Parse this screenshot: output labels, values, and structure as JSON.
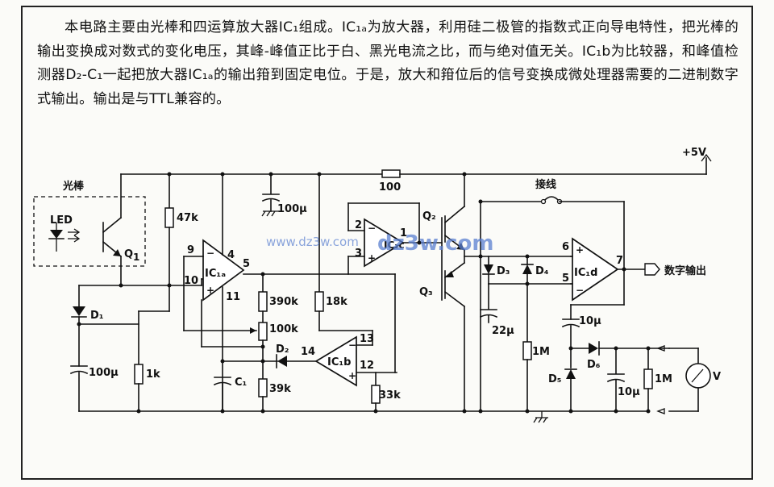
{
  "caption": [
    "本电路主要由光棒和四运算放大器IC₁组成。IC₁ₐ为放大器，利用硅二极管的指数式正向导电特性，把光棒的输出变换成对数式的变化电压，其峰-峰值正比于白、黑光电流之比，而与绝对值无关。IC₁b为比较器，和峰值检测器D₂-C₁一起把放大器IC₁ₐ的输出箝到固定电位。于是，放大和箝位后的信号变换成微处理器需要的二进制数字式输出。输出是与TTL兼容的。"
  ],
  "labels": {
    "light_bar": "光棒",
    "led": "LED",
    "q1": "Q",
    "q1_sub": "1",
    "d1": "D₁",
    "c_100": "100μ",
    "r_1k": "1k",
    "r_47k": "47k",
    "ic1a": "IC₁ₐ",
    "pin_9": "9",
    "pin_10": "10",
    "pin_4": "4",
    "pin_5": "5",
    "pin_11": "11",
    "c_100u_top": "100μ",
    "r_390k": "390k",
    "r_100k": "100k",
    "r_39k": "39k",
    "c1": "C₁",
    "d2": "D₂",
    "pin_14": "14",
    "ic1b": "IC₁b",
    "pin_13": "13",
    "pin_12": "12",
    "r_18k": "18k",
    "r_33k": "33k",
    "r_100_top": "100",
    "pin_2": "2",
    "pin_3": "3",
    "pin_1": "1",
    "ic1c": "IC₁c",
    "q2": "Q₂",
    "q3": "Q₃",
    "jumper": "接线",
    "plus5v": "+5V",
    "d3": "D₃",
    "d4": "D₄",
    "c_22u": "22μ",
    "r_1m_mid": "1M",
    "pin_6": "6",
    "pin_7": "7",
    "ic1d": "IC₁d",
    "digital_out": "数字输出",
    "c_10u_top": "10μ",
    "d5": "D₅",
    "d6": "D₆",
    "c_10u_bot": "10μ",
    "r_1m_right": "1M",
    "meter_v": "V"
  },
  "watermark": {
    "url_text": "www.dz3w.com",
    "brand_text": "dz3w.com"
  }
}
